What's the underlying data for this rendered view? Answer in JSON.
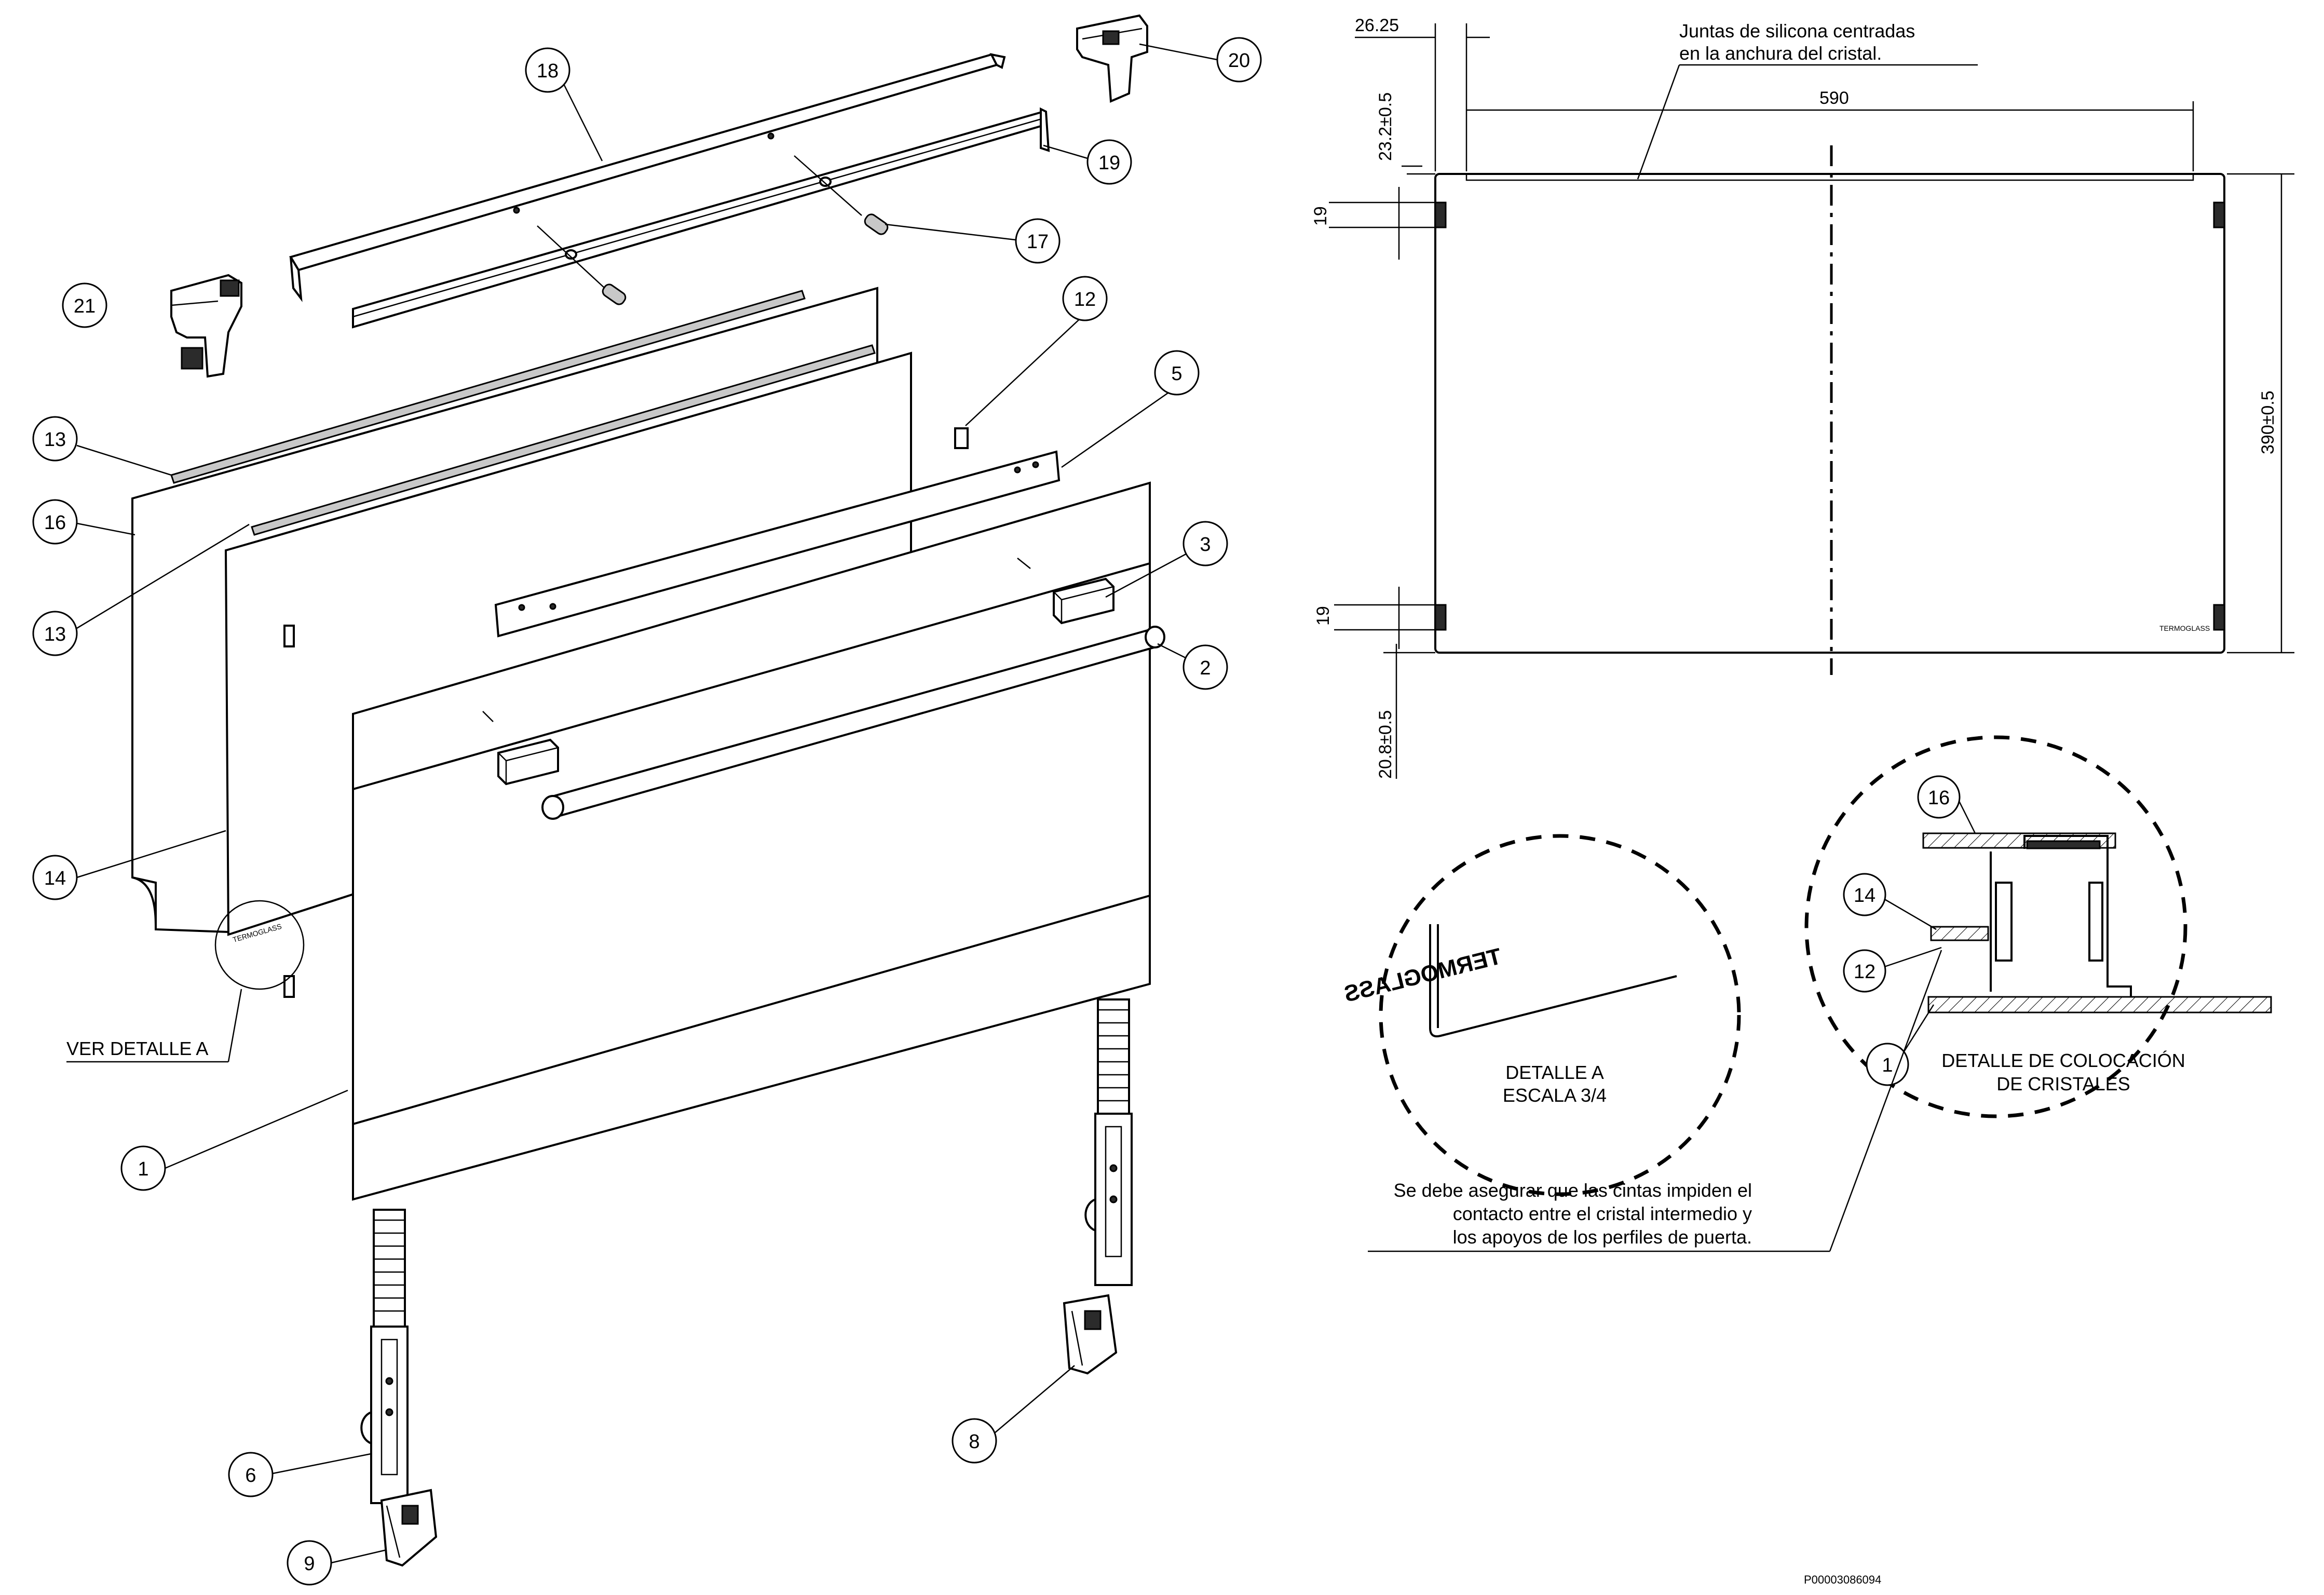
{
  "exploded_view": {
    "balloons": [
      {
        "id": "18",
        "label": "18"
      },
      {
        "id": "20",
        "label": "20"
      },
      {
        "id": "19",
        "label": "19"
      },
      {
        "id": "17",
        "label": "17"
      },
      {
        "id": "21",
        "label": "21"
      },
      {
        "id": "12",
        "label": "12"
      },
      {
        "id": "5",
        "label": "5"
      },
      {
        "id": "13a",
        "label": "13"
      },
      {
        "id": "16",
        "label": "16"
      },
      {
        "id": "13b",
        "label": "13"
      },
      {
        "id": "3",
        "label": "3"
      },
      {
        "id": "2",
        "label": "2"
      },
      {
        "id": "14",
        "label": "14"
      },
      {
        "id": "1",
        "label": "1"
      },
      {
        "id": "6",
        "label": "6"
      },
      {
        "id": "8",
        "label": "8"
      },
      {
        "id": "9",
        "label": "9"
      }
    ],
    "ver_detalle": "VER DETALLE A",
    "glass_brand_small": "TERMOGLASS"
  },
  "dimension_view": {
    "dims": {
      "d26_25": "26.25",
      "d23_2": "23.2±0.5",
      "d590": "590",
      "d19_top": "19",
      "d19_bottom": "19",
      "d20_8": "20.8±0.5",
      "d390": "390±0.5"
    },
    "note_top_line1": "Juntas de silicona centradas",
    "note_top_line2": "en la anchura del cristal.",
    "brand_small": "TERMOGLASS"
  },
  "detail_a": {
    "brand": "TERMOGLASS",
    "title_line1": "DETALLE A",
    "title_line2": "ESCALA 3/4"
  },
  "detail_cristales": {
    "balloons": [
      {
        "id": "16",
        "label": "16"
      },
      {
        "id": "14",
        "label": "14"
      },
      {
        "id": "12",
        "label": "12"
      },
      {
        "id": "1",
        "label": "1"
      }
    ],
    "title_line1": "DETALLE DE COLOCACIÓN",
    "title_line2": "DE CRISTALES"
  },
  "bottom_note": {
    "line1": "Se debe asegurar que las cintas impiden el",
    "line2": "contacto entre el cristal intermedio y",
    "line3": "los apoyos de los perfiles de puerta."
  },
  "drawing_number": "P00003086094"
}
